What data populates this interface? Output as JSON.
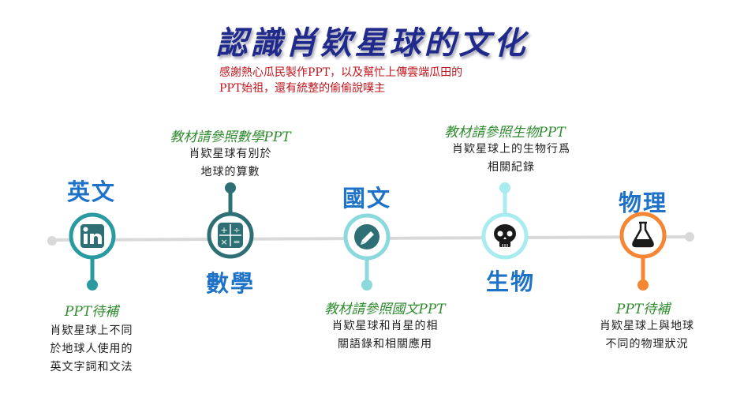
{
  "title": "認識肖欵星球的文化",
  "credit_lines": [
    "感謝熱心瓜民製作PPT，以及幫忙上傳雲端瓜田的",
    "PPT始祖，還有統整的偷偷說噗主"
  ],
  "colors": {
    "timeline_line": "#d9d9d9",
    "english": "#2a9aa1",
    "math": "#2d6f74",
    "chinese": "#8bd9dd",
    "biology": "#a8ecef",
    "physics": "#f58634",
    "subject_text": "#1e73c8",
    "heading_text": "#2e8b2e",
    "credit_text": "#c0141c",
    "title_text": "#1f2a8c"
  },
  "milestones": [
    {
      "subject": "英文",
      "icon": "linkedin-icon",
      "heading": "PPT待補",
      "lines": [
        "肖欵星球上不同",
        "於地球人使用的",
        "英文字詞和文法"
      ]
    },
    {
      "subject": "數學",
      "icon": "calculator-icon",
      "heading": "教材請參照數學PPT",
      "lines": [
        "肖欵星球有別於",
        "地球的算數"
      ]
    },
    {
      "subject": "國文",
      "icon": "pencil-icon",
      "heading": "教材請參照國文PPT",
      "lines": [
        "肖欵星球和肖星的相",
        "關語錄和相關應用"
      ]
    },
    {
      "subject": "生物",
      "icon": "skull-icon",
      "heading": "教材請參照生物PPT",
      "lines": [
        "肖欵星球上的生物行爲",
        "相關紀錄"
      ]
    },
    {
      "subject": "物理",
      "icon": "flask-icon",
      "heading": "PPT待補",
      "lines": [
        "肖欵星球上與地球",
        "不同的物理狀況"
      ]
    }
  ]
}
